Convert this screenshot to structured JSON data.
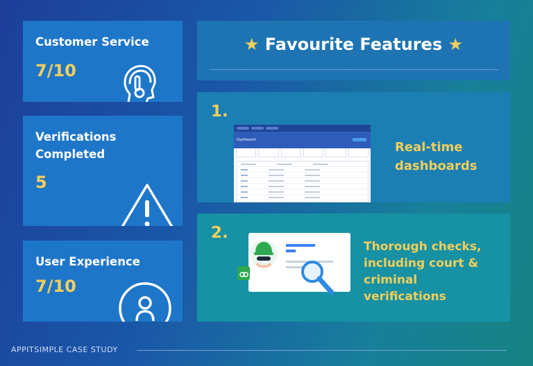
{
  "left_cards": [
    {
      "title": "Customer Service",
      "value": "7/10",
      "icon": "customer-service-headset-icon"
    },
    {
      "title": "Verifications Completed",
      "value": "5",
      "icon": "warning-triangle-icon"
    },
    {
      "title": "User Experience",
      "value": "7/10",
      "icon": "user-profile-icon"
    }
  ],
  "favourites": {
    "title": "Favourite Features",
    "star_icon": "star-icon",
    "features": [
      {
        "number": "1.",
        "text": "Real-time dashboards",
        "image": "dashboard-screenshot",
        "dashboard_label": "Dashboard"
      },
      {
        "number": "2.",
        "text": "Thorough checks, including court & criminal verifications",
        "image": "verification-check-illustration"
      }
    ]
  },
  "footer": {
    "text": "APPITSIMPLE CASE STUDY"
  },
  "colors": {
    "accent_yellow": "#f3cf5b",
    "card_blue": "#1e76c8",
    "teal_card": "#1791a4"
  }
}
